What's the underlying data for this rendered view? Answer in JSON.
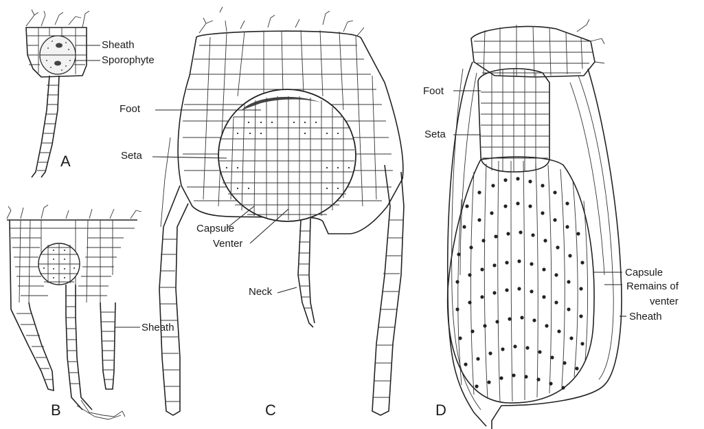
{
  "panels": {
    "a": {
      "letter": "A",
      "labels": {
        "sheath": "Sheath",
        "sporophyte": "Sporophyte"
      }
    },
    "b": {
      "letter": "B",
      "labels": {
        "sheath": "Sheath"
      }
    },
    "c": {
      "letter": "C",
      "labels": {
        "foot": "Foot",
        "seta": "Seta",
        "capsule": "Capsule",
        "venter": "Venter",
        "neck": "Neck"
      }
    },
    "d": {
      "letter": "D",
      "labels": {
        "foot": "Foot",
        "seta": "Seta",
        "capsule": "Capsule",
        "remains_line1": "Remains of",
        "remains_line2": "venter",
        "sheath": "Sheath"
      }
    }
  },
  "colors": {
    "ink": "#1a1a1a",
    "background": "#ffffff"
  }
}
